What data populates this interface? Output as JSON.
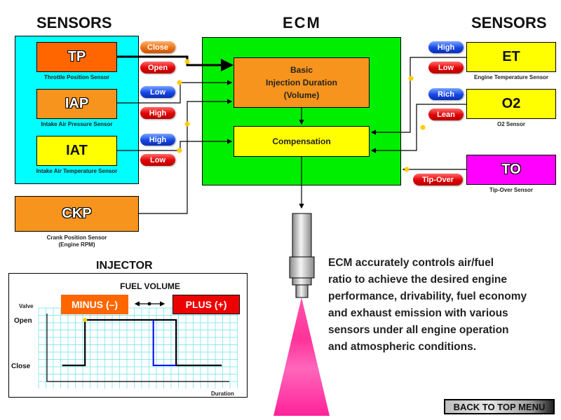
{
  "headings": {
    "left_sensors": "SENSORS",
    "ecm": "ECM",
    "right_sensors": "SENSORS",
    "injector": "INJECTOR"
  },
  "left_sensors": [
    {
      "code": "TP",
      "caption": "Throttle Position Sensor",
      "color": "#ff6600",
      "signals": [
        {
          "label": "Close",
          "color": "orange"
        },
        {
          "label": "Open",
          "color": "red"
        }
      ]
    },
    {
      "code": "IAP",
      "caption": "Intake Air Pressure Sensor",
      "color": "#f7941d",
      "signals": [
        {
          "label": "Low",
          "color": "blue"
        },
        {
          "label": "High",
          "color": "red"
        }
      ]
    },
    {
      "code": "IAT",
      "caption": "Intake Air Temperature Sensor",
      "color": "#ffff00",
      "signals": [
        {
          "label": "High",
          "color": "blue"
        },
        {
          "label": "Low",
          "color": "red"
        }
      ]
    }
  ],
  "ckp": {
    "code": "CKP",
    "caption_line1": "Crank Position Sensor",
    "caption_line2": "(Engine RPM)",
    "color": "#f7941d"
  },
  "right_sensors": [
    {
      "code": "ET",
      "caption": "Engine Temperature Sensor",
      "color": "#ffff00",
      "signals": [
        {
          "label": "High",
          "color": "blue"
        },
        {
          "label": "Low",
          "color": "red"
        }
      ]
    },
    {
      "code": "O2",
      "caption": "O2 Sensor",
      "color": "#ffff00",
      "signals": [
        {
          "label": "Rich",
          "color": "blue"
        },
        {
          "label": "Lean",
          "color": "red"
        }
      ]
    },
    {
      "code": "TO",
      "caption": "Tip-Over Sensor",
      "color": "#ff00ff",
      "signals": [
        {
          "label": "Tip-Over",
          "color": "red"
        }
      ]
    }
  ],
  "ecm": {
    "basic_line1": "Basic",
    "basic_line2": "Injection Duration",
    "basic_line3": "(Volume)",
    "compensation": "Compensation",
    "colors": {
      "ecm": "#00ee00",
      "basic": "#f7941d",
      "compensation": "#ffff00",
      "sensor_panel": "#00ffff"
    }
  },
  "description": [
    "ECM accurately controls air/fuel",
    "ratio to achieve the desired engine",
    "performance, drivability, fuel economy",
    "and exhaust emission with various",
    "sensors under all engine operation",
    "and atmospheric conditions."
  ],
  "back_button": "BACK TO TOP MENU",
  "chart_data": {
    "type": "line",
    "title": "FUEL VOLUME",
    "xlabel": "Duration",
    "ylabel": "Valve",
    "y_ticks": [
      "Close",
      "Open"
    ],
    "minus_label": "MINUS (–)",
    "plus_label": "PLUS (+)",
    "grid": true,
    "xlim": [
      0,
      24
    ],
    "ylim": [
      0,
      1.3
    ],
    "series": [
      {
        "name": "base",
        "color": "#000000",
        "points": [
          [
            2,
            0
          ],
          [
            5,
            0
          ],
          [
            5,
            1
          ],
          [
            17,
            1
          ],
          [
            17,
            0
          ],
          [
            23,
            0
          ]
        ]
      },
      {
        "name": "minus",
        "color": "#0000ff",
        "points": [
          [
            14,
            1
          ],
          [
            14,
            0
          ],
          [
            17,
            0
          ]
        ]
      },
      {
        "name": "plus-dashed",
        "color": "#000000",
        "dashed": true,
        "points": [
          [
            17,
            1
          ],
          [
            17,
            0
          ]
        ]
      }
    ],
    "marker": {
      "x": 5,
      "y": 1,
      "color": "#ffcc00"
    }
  }
}
